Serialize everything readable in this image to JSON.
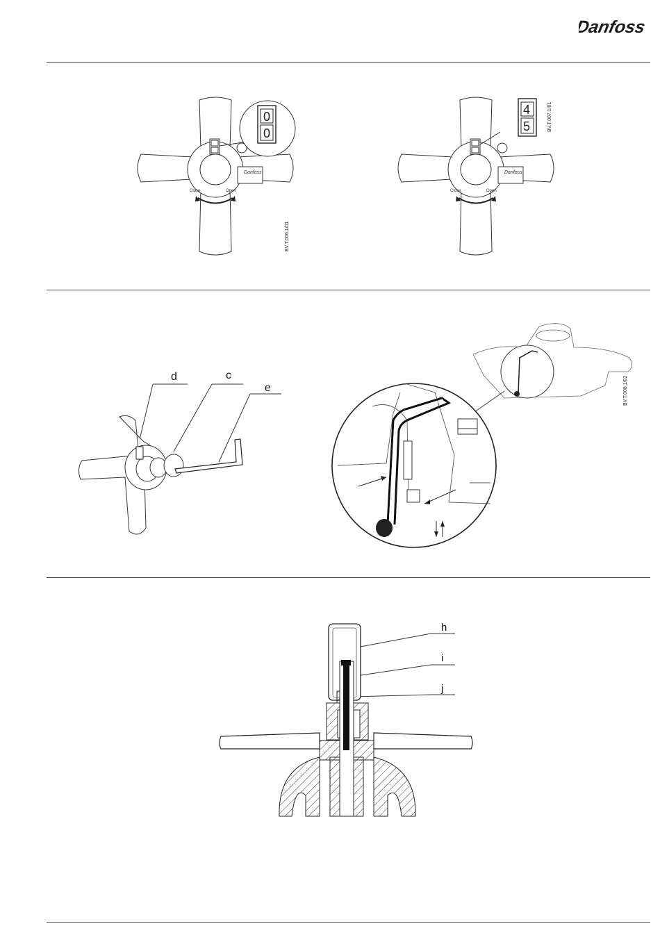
{
  "brand": {
    "name": "Danfoss",
    "color": "#1a1a1a"
  },
  "figure_codes": {
    "fig1": "BV.T.006.1/01",
    "fig2": "BV.T.007.1/01",
    "fig4": "BV.T.008.1/02"
  },
  "dial_left": {
    "top": "0",
    "bottom": "0"
  },
  "dial_right": {
    "top": "4",
    "bottom": "5"
  },
  "handwheel_marks": {
    "close": "Close",
    "open": "Open",
    "minus": "−",
    "plus": "+"
  },
  "callouts_fig3": {
    "d": "d",
    "c": "c",
    "e": "e"
  },
  "callouts_fig5": {
    "h": "h",
    "i": "i",
    "j": "j"
  }
}
